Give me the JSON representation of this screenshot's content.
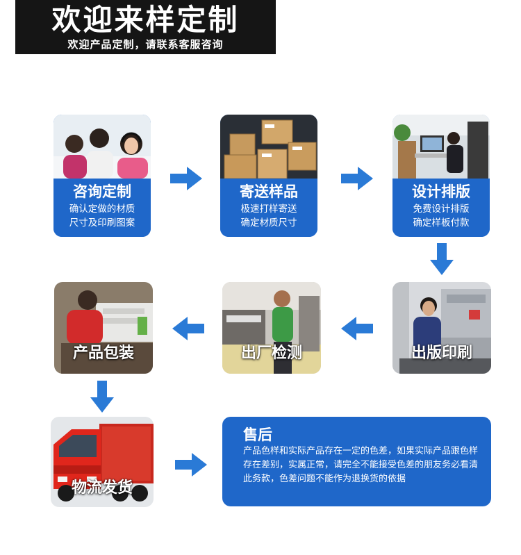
{
  "header": {
    "title": "欢迎来样定制",
    "subtitle": "欢迎产品定制，请联系客服咨询"
  },
  "steps": [
    {
      "title": "咨询定制",
      "line1": "确认定做的材质",
      "line2": "尺寸及印刷图案"
    },
    {
      "title": "寄送样品",
      "line1": "极速打样寄送",
      "line2": "确定材质尺寸"
    },
    {
      "title": "设计排版",
      "line1": "免费设计排版",
      "line2": "确定样板付款"
    },
    {
      "title": "出版印刷"
    },
    {
      "title": "出厂检测"
    },
    {
      "title": "产品包装"
    },
    {
      "title": "物流发货"
    }
  ],
  "after_sales": {
    "title": "售后",
    "text": "产品色样和实际产品存在一定的色差，如果实际产品跟色样存在差别，实属正常，请完全不能接受色差的朋友务必看清此务款，色差问题不能作为退换货的依据"
  },
  "colors": {
    "primary": "#1f67c9",
    "arrow": "#2a7ad6",
    "header_bg": "#151515"
  }
}
